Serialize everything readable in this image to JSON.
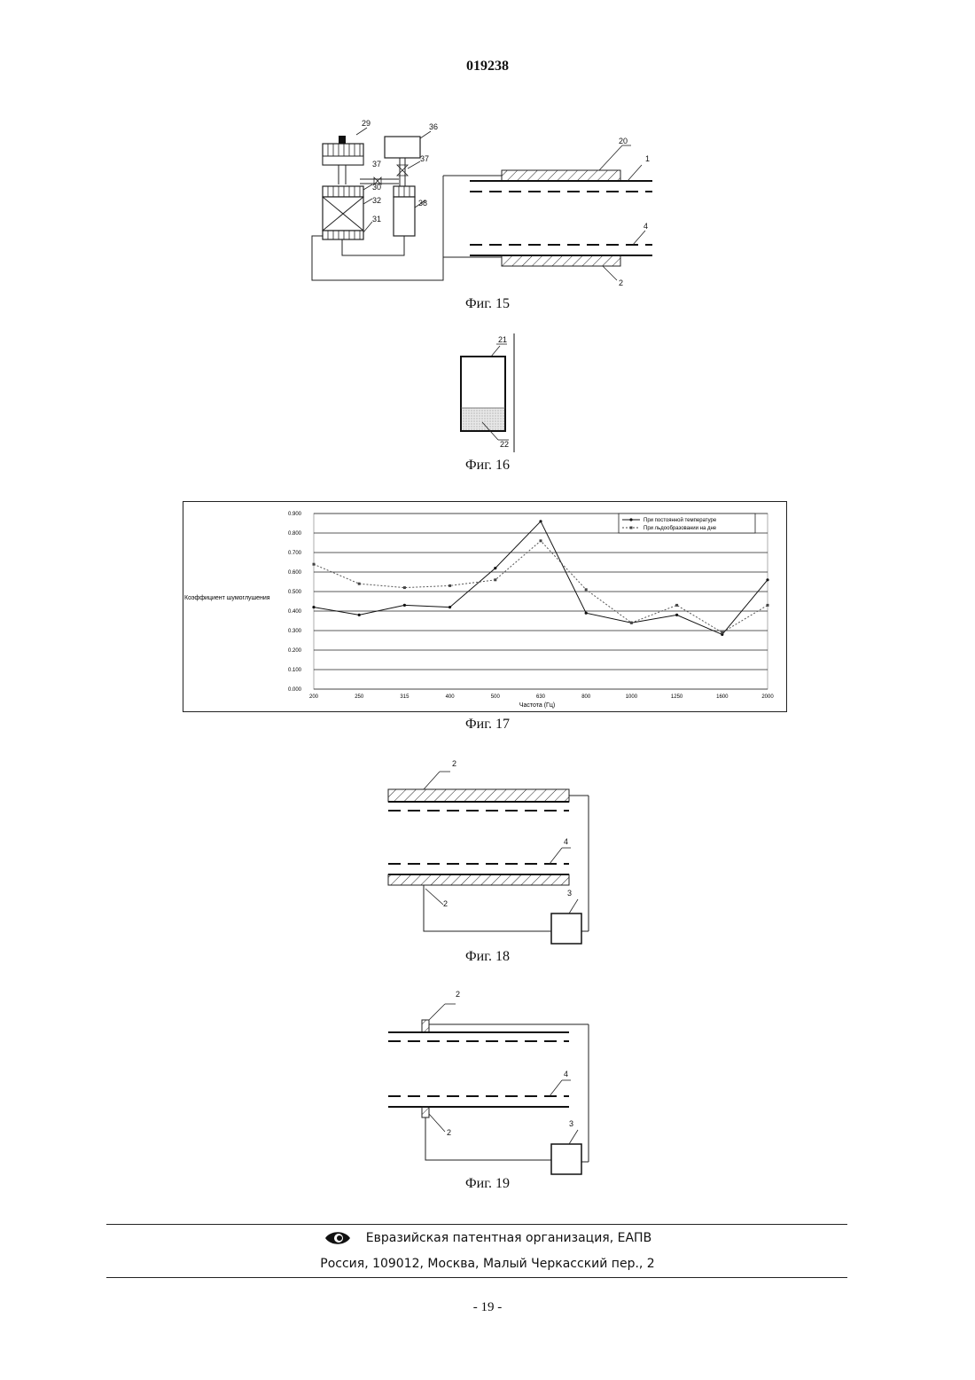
{
  "document": {
    "number": "019238",
    "page": "- 19 -"
  },
  "figures": {
    "fig15": {
      "caption": "Фиг. 15",
      "refs": {
        "r29": "29",
        "r36": "36",
        "r37a": "37",
        "r37b": "37",
        "r30": "30",
        "r32": "32",
        "r31": "31",
        "r38": "38",
        "r20": "20",
        "r1": "1",
        "r4": "4",
        "r2": "2"
      }
    },
    "fig16": {
      "caption": "Фиг. 16",
      "refs": {
        "r21": "21",
        "r22": "22"
      }
    },
    "fig17": {
      "caption": "Фиг. 17"
    },
    "fig18": {
      "caption": "Фиг. 18",
      "refs": {
        "r2a": "2",
        "r4": "4",
        "r2b": "2",
        "r3": "3"
      }
    },
    "fig19": {
      "caption": "Фиг. 19",
      "refs": {
        "r2a": "2",
        "r4": "4",
        "r2b": "2",
        "r3": "3"
      }
    }
  },
  "chart_data": {
    "type": "line",
    "ylabel": "Коэффициент шумоглушения",
    "xlabel": "Частота (Гц)",
    "categories": [
      "200",
      "250",
      "315",
      "400",
      "500",
      "630",
      "800",
      "1000",
      "1250",
      "1600",
      "2000"
    ],
    "yticks": [
      "0.000",
      "0.100",
      "0.200",
      "0.300",
      "0.400",
      "0.500",
      "0.600",
      "0.700",
      "0.800",
      "0.900"
    ],
    "ylim": [
      0,
      0.9
    ],
    "grid": true,
    "legend_position": "top-right",
    "series": [
      {
        "name": "При постоянной температуре",
        "style": "solid",
        "values": [
          0.42,
          0.38,
          0.43,
          0.42,
          0.62,
          0.86,
          0.39,
          0.34,
          0.38,
          0.28,
          0.56
        ]
      },
      {
        "name": "При льдообразовании на дне",
        "style": "dashed",
        "values": [
          0.64,
          0.54,
          0.52,
          0.53,
          0.56,
          0.76,
          0.51,
          0.34,
          0.43,
          0.29,
          0.43
        ]
      }
    ]
  },
  "footer": {
    "organization": "Евразийская патентная организация, ЕАПВ",
    "address": "Россия, 109012, Москва, Малый Черкасский пер., 2"
  }
}
